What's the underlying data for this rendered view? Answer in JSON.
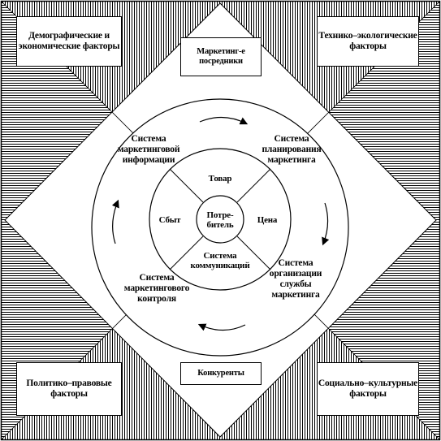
{
  "environment": {
    "top_left": "Демографические и экономические факторы",
    "top_right": "Технико–экологические факторы",
    "bottom_left": "Политико–правовые факторы",
    "bottom_right": "Социально–культурные факторы"
  },
  "micro": {
    "intermediaries": "Маркетинг-е посредники",
    "competitors": "Конкуренты"
  },
  "systems": {
    "info": "Система маркетинговой информации",
    "planning": "Система планирования маркетинга",
    "organization": "Система организации службы маркетинга",
    "control": "Система маркетингового контроля"
  },
  "mix": {
    "product": "Товар",
    "price": "Цена",
    "place": "Сбыт",
    "promotion": "Система коммуникаций",
    "consumer": "Потре-битель"
  },
  "colors": {
    "line": "#000000",
    "background": "#ffffff"
  }
}
